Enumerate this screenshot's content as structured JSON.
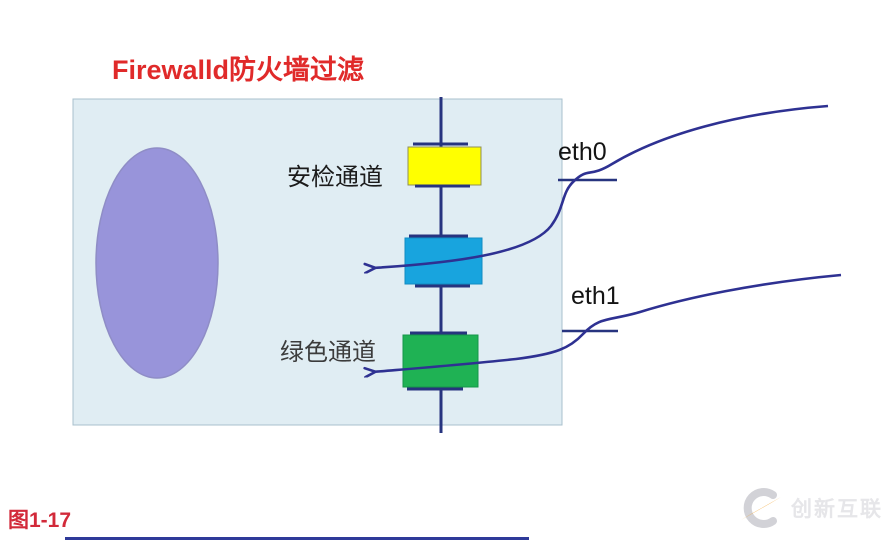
{
  "page": {
    "title": "Firewalld防火墙过滤",
    "caption": "图1-17",
    "title_color": "#e02a2a",
    "caption_color": "#d22a3a"
  },
  "diagram": {
    "labels": {
      "security_channel": "安检通道",
      "green_channel": "绿色通道",
      "eth0": "eth0",
      "eth1": "eth1"
    },
    "colors": {
      "box_fill": "#e0edf3",
      "box_border": "#a9c0cc",
      "ellipse_fill": "#9894da",
      "ellipse_border": "#8f8dc6",
      "line": "#27347f",
      "curve": "#2e3192",
      "yellow_fill": "#ffff00",
      "yellow_border": "#8f8f58",
      "blue_fill": "#18a4de",
      "blue_border": "#128bc2",
      "green_fill": "#1fb254",
      "green_border": "#16964a",
      "bottom_bar": "#2e3a99"
    }
  },
  "watermark": {
    "text": "创新互联",
    "text_color": "#e6e6e9",
    "logo_gray": "#d2d2d7",
    "logo_orange": "#f3a93c"
  }
}
